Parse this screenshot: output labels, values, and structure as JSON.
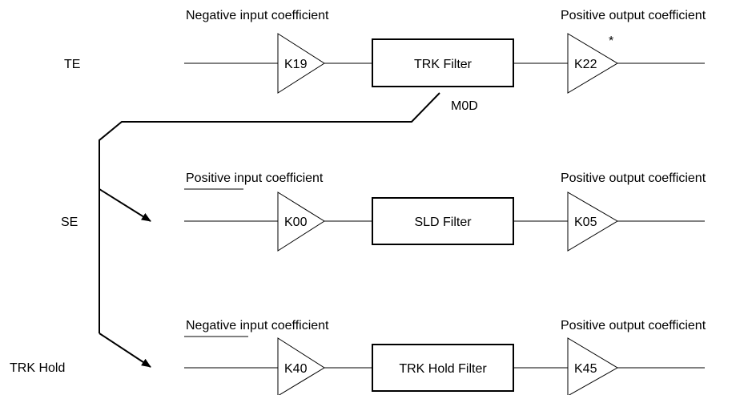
{
  "rows": [
    {
      "signal": "TE",
      "input_label_prefix": "Negative",
      "input_label_rest": " input coefficient",
      "input_amp": "K19",
      "filter": "TRK Filter",
      "output_label": "Positive output coefficient",
      "output_amp": "K22",
      "output_note": "*"
    },
    {
      "signal": "SE",
      "input_label_prefix": "Positive",
      "input_label_rest": " input coefficient",
      "input_amp": "K00",
      "filter": "SLD Filter",
      "output_label": "Positive output coefficient",
      "output_amp": "K05"
    },
    {
      "signal": "TRK Hold",
      "input_label_prefix": "Negative",
      "input_label_rest": " input coefficient",
      "input_amp": "K40",
      "filter": "TRK Hold Filter",
      "output_label": "Positive output coefficient",
      "output_amp": "K45"
    }
  ],
  "switch_label": "M0D"
}
